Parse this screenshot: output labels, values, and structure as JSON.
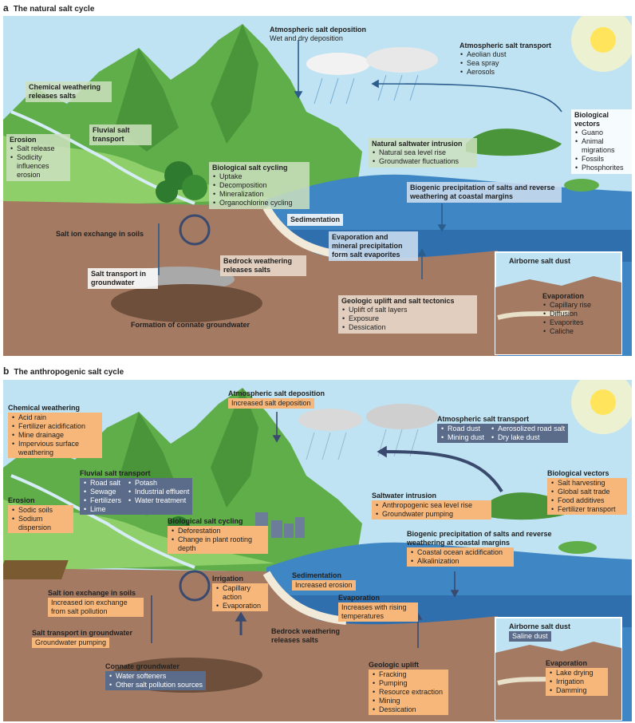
{
  "panel_a": {
    "letter": "a",
    "title": "The natural salt cycle",
    "atm_deposition": {
      "title": "Atmospheric salt deposition",
      "sub": "Wet and dry deposition"
    },
    "atm_transport": {
      "title": "Atmospheric salt transport",
      "items": [
        "Aeolian dust",
        "Sea spray",
        "Aerosols"
      ]
    },
    "chem_weathering": {
      "title": "Chemical weathering releases salts"
    },
    "fluvial": {
      "title": "Fluvial salt transport"
    },
    "erosion": {
      "title": "Erosion",
      "items": [
        "Salt release",
        "Sodicity influences erosion"
      ]
    },
    "bio_cycling": {
      "title": "Biological salt cycling",
      "items": [
        "Uptake",
        "Decomposition",
        "Mineralization",
        "Organochlorine cycling"
      ]
    },
    "intrusion": {
      "title": "Natural saltwater intrusion",
      "items": [
        "Natural sea level rise",
        "Groundwater fluctuations"
      ]
    },
    "bio_vectors": {
      "title": "Biological vectors",
      "items": [
        "Guano",
        "Animal migrations",
        "Fossils",
        "Phosphorites"
      ]
    },
    "biogenic": {
      "title": "Biogenic precipitation of salts and reverse weathering at coastal margins"
    },
    "sedimentation": {
      "title": "Sedimentation"
    },
    "ion_exchange": {
      "title": "Salt ion exchange in soils"
    },
    "evaporation": {
      "title": "Evaporation and mineral precipitation form salt evaporites"
    },
    "bedrock": {
      "title": "Bedrock weathering releases salts"
    },
    "gw_transport": {
      "title": "Salt transport in groundwater"
    },
    "connate": {
      "title": "Formation of connate groundwater"
    },
    "uplift": {
      "title": "Geologic uplift and salt tectonics",
      "items": [
        "Uplift of salt layers",
        "Exposure",
        "Dessication"
      ]
    },
    "airborne": {
      "title": "Airborne salt dust"
    },
    "inset_evap": {
      "title": "Evaporation",
      "items": [
        "Capillary rise",
        "Diffusion",
        "Evaporites",
        "Caliche"
      ]
    }
  },
  "panel_b": {
    "letter": "b",
    "title": "The anthropogenic salt cycle",
    "atm_deposition": {
      "title": "Atmospheric salt deposition",
      "sub": "Increased salt deposition"
    },
    "atm_transport": {
      "title": "Atmospheric salt transport",
      "items_left": [
        "Road dust",
        "Mining dust"
      ],
      "items_right": [
        "Aerosolized road salt",
        "Dry lake dust"
      ]
    },
    "chem_weathering": {
      "title": "Chemical weathering",
      "items": [
        "Acid rain",
        "Fertilizer acidification",
        "Mine drainage",
        "Impervious surface weathering"
      ]
    },
    "fluvial": {
      "title": "Fluvial salt transport",
      "items_left": [
        "Road salt",
        "Sewage",
        "Fertilizers",
        "Lime"
      ],
      "items_right": [
        "Potash",
        "Industrial effluent",
        "Water treatment"
      ]
    },
    "erosion": {
      "title": "Erosion",
      "items": [
        "Sodic soils",
        "Sodium dispersion"
      ]
    },
    "bio_cycling": {
      "title": "Biological salt cycling",
      "items": [
        "Deforestation",
        "Change in plant rooting depth"
      ]
    },
    "intrusion": {
      "title": "Saltwater intrusion",
      "items": [
        "Anthropogenic sea level rise",
        "Groundwater pumping"
      ]
    },
    "bio_vectors": {
      "title": "Biological vectors",
      "items": [
        "Salt harvesting",
        "Global salt trade",
        "Food additives",
        "Fertilizer transport"
      ]
    },
    "biogenic": {
      "title": "Biogenic precipitation of salts and reverse weathering at coastal margins",
      "items": [
        "Coastal ocean acidification",
        "Alkalinization"
      ]
    },
    "irrigation": {
      "title": "Irrigation",
      "items": [
        "Capillary action",
        "Evaporation"
      ]
    },
    "sedimentation": {
      "title": "Sedimentation",
      "sub": "Increased erosion"
    },
    "ion_exchange": {
      "title": "Salt ion exchange in soils",
      "sub": "Increased ion exchange from salt pollution"
    },
    "evaporation": {
      "title": "Evaporation",
      "sub": "Increases with rising temperatures"
    },
    "bedrock": {
      "title": "Bedrock weathering releases salts"
    },
    "gw_transport": {
      "title": "Salt transport in groundwater",
      "sub": "Groundwater pumping"
    },
    "connate": {
      "title": "Connate groundwater",
      "items": [
        "Water softeners",
        "Other salt pollution sources"
      ]
    },
    "uplift": {
      "title": "Geologic uplift",
      "items": [
        "Fracking",
        "Pumping",
        "Resource extraction",
        "Mining",
        "Dessication"
      ]
    },
    "airborne": {
      "title": "Airborne salt dust",
      "sub": "Saline dust"
    },
    "inset_evap": {
      "title": "Evaporation",
      "items": [
        "Lake drying",
        "Irrigation",
        "Damming"
      ]
    }
  },
  "colors": {
    "sky": "#bfe3f3",
    "mountain": "#5fae4a",
    "ocean": "#3f86c4",
    "soil": "#a47a63",
    "arrow": "#2b5d8d",
    "orange": "#f7b77a",
    "slate": "#5a6c8a"
  }
}
